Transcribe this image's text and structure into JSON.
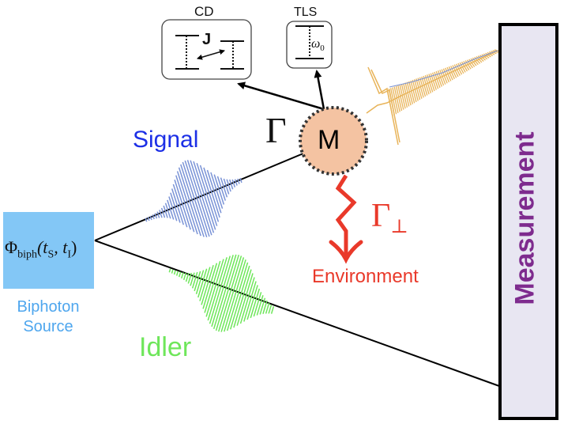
{
  "labels": {
    "source_formula_main": "Φ",
    "source_formula_sub": "biph",
    "source_formula_args": "(t",
    "source_formula_s": "S",
    "source_formula_mid": ", t",
    "source_formula_i": "I",
    "source_formula_end": ")",
    "source_name": "Biphoton Source",
    "signal": "Signal",
    "idler": "Idler",
    "molecule": "M",
    "coupling": "Γ",
    "dephasing": "Γ",
    "dephasing_sub": "⊥",
    "environment": "Environment",
    "measurement": "Measurement",
    "cd_title": "CD",
    "cd_coupling": "J",
    "tls_title": "TLS",
    "tls_freq": "ω",
    "tls_freq_sub": "0"
  },
  "colors": {
    "signal": "#1c2fe6",
    "signal_wave": "#7a93d6",
    "idler": "#6ee65a",
    "source_box": "#83c7f6",
    "source_text": "#4ea6ee",
    "molecule_fill": "#f4c3a2",
    "environment": "#e9392a",
    "output_wave": "#e8b45a",
    "measurement_text": "#7e2b8e",
    "measurement_fill": "#e8e6f2"
  }
}
